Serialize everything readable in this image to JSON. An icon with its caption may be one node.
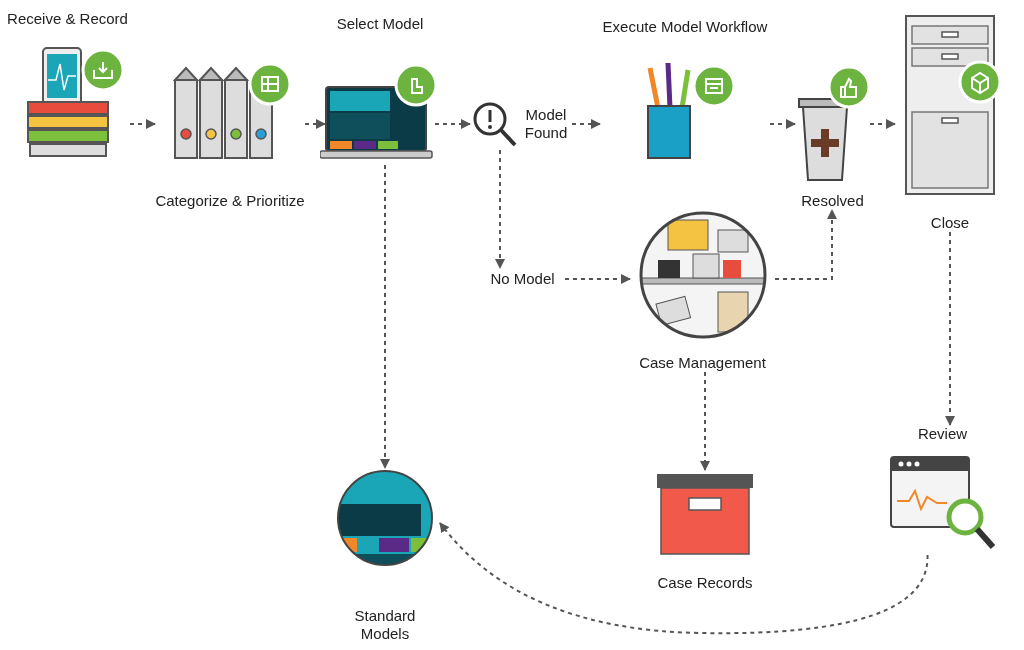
{
  "diagram": {
    "nodes": [
      {
        "text": [
          "Receive & Record"
        ]
      },
      {
        "text": [
          "Categorize & Prioritize"
        ]
      },
      {
        "text": [
          "Select Model"
        ]
      },
      {
        "text": [
          "Model Found"
        ]
      },
      {
        "text": [
          "Execute Model Workflow"
        ]
      },
      {
        "text": [
          "Resolved"
        ]
      },
      {
        "text": [
          "Close"
        ]
      },
      {
        "text": [
          "No Model"
        ]
      },
      {
        "text": [
          "Case Management"
        ]
      },
      {
        "text": [
          "Review"
        ]
      },
      {
        "text": [
          "Case Records"
        ]
      },
      {
        "text": [
          "Standard Models"
        ]
      }
    ],
    "edges": [
      {
        "from": 0,
        "to": 1,
        "arrow": "to"
      },
      {
        "from": 1,
        "to": 2,
        "arrow": "to"
      },
      {
        "from": 2,
        "to": 3,
        "arrow": "to"
      },
      {
        "from": 3,
        "to": 4,
        "arrow": "to"
      },
      {
        "from": 4,
        "to": 5,
        "arrow": "to"
      },
      {
        "from": 5,
        "to": 6,
        "arrow": "to"
      },
      {
        "from": 2,
        "to": 11,
        "arrow": "to"
      },
      {
        "from": 3,
        "to": 7,
        "arrow": "to"
      },
      {
        "from": 7,
        "to": 8,
        "arrow": "to"
      },
      {
        "from": 8,
        "to": 5,
        "arrow": "to"
      },
      {
        "from": 8,
        "to": 10,
        "arrow": "to"
      },
      {
        "from": 6,
        "to": 9,
        "arrow": "to"
      },
      {
        "from": 9,
        "to": 11,
        "arrow": "to"
      }
    ]
  }
}
